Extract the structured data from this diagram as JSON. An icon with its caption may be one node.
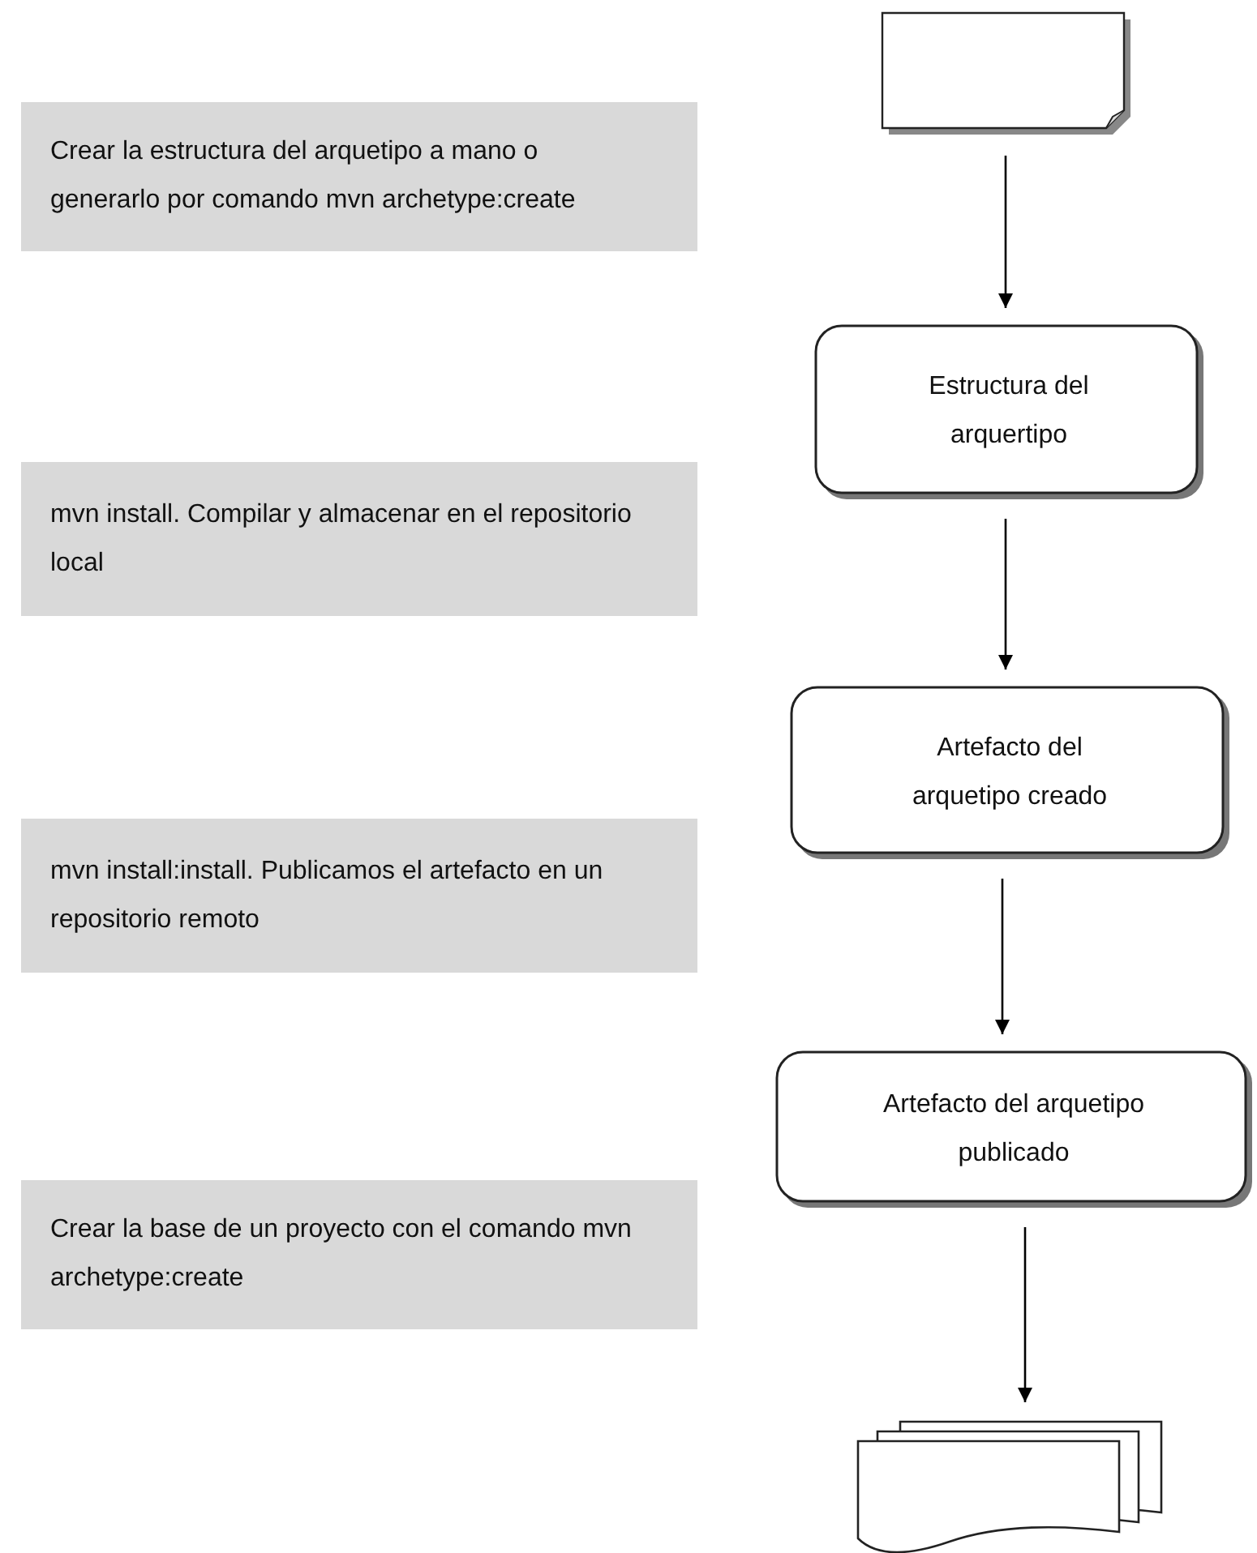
{
  "diagram": {
    "nodes": [
      {
        "text": [],
        "shape": "document"
      },
      {
        "text": [
          "Estructura del arquertipo"
        ]
      },
      {
        "text": [
          "Artefacto del arquetipo creado"
        ]
      },
      {
        "text": [
          "Artefacto del arquetipo publicado"
        ]
      },
      {
        "text": [],
        "shape": "documents"
      },
      {
        "text": [
          "Crear la estructura del arquetipo a mano o generarlo por comando mvn archetype:create"
        ]
      },
      {
        "text": [
          "mvn install. Compilar y almacenar en el repositorio local"
        ]
      },
      {
        "text": [
          "mvn install:install.  Publicamos el artefacto en un repositorio remoto"
        ]
      },
      {
        "text": [
          "Crear la base de un proyecto con el comando  mvn archetype:create"
        ]
      }
    ],
    "edges": [
      {
        "from": 0,
        "to": 1,
        "arrow": "to"
      },
      {
        "from": 1,
        "to": 2,
        "arrow": "to"
      },
      {
        "from": 2,
        "to": 3,
        "arrow": "to"
      },
      {
        "from": 3,
        "to": 4,
        "arrow": "to"
      }
    ]
  }
}
